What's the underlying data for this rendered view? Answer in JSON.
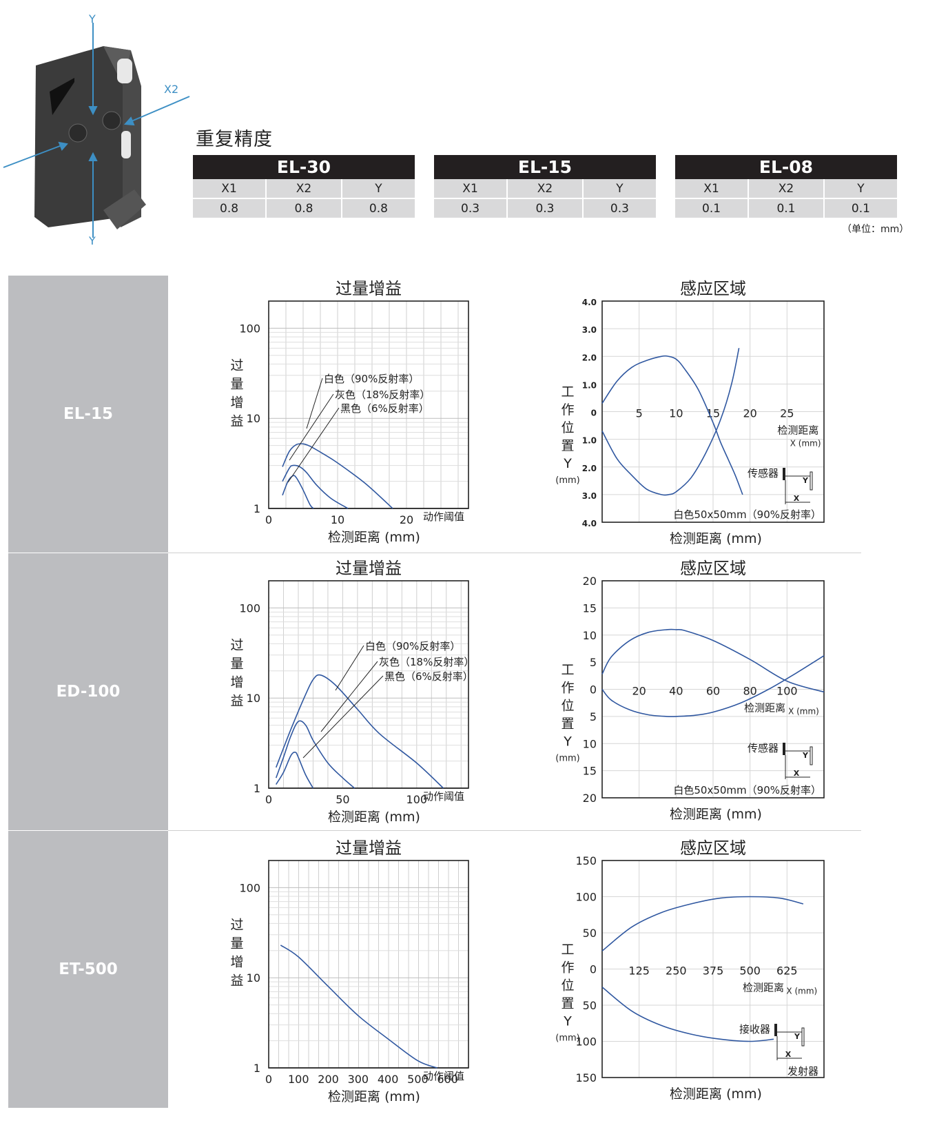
{
  "illustration": {
    "axis_y_top": "Y",
    "axis_y_bottom": "Y",
    "axis_x2": "X2"
  },
  "repeat": {
    "title": "重复精度",
    "unit": "（单位：mm）",
    "tables": [
      {
        "model": "EL-30",
        "cols": [
          "X1",
          "X2",
          "Y"
        ],
        "vals": [
          "0.8",
          "0.8",
          "0.8"
        ]
      },
      {
        "model": "EL-15",
        "cols": [
          "X1",
          "X2",
          "Y"
        ],
        "vals": [
          "0.3",
          "0.3",
          "0.3"
        ]
      },
      {
        "model": "EL-08",
        "cols": [
          "X1",
          "X2",
          "Y"
        ],
        "vals": [
          "0.1",
          "0.1",
          "0.1"
        ]
      }
    ]
  },
  "rows": [
    {
      "model": "EL-15",
      "gain_title": "过量增益",
      "area_title": "感应区域"
    },
    {
      "model": "ED-100",
      "gain_title": "过量增益",
      "area_title": "感应区域"
    },
    {
      "model": "ET-500",
      "gain_title": "过量增益",
      "area_title": "感应区域"
    }
  ],
  "labels": {
    "gain_ylabel": [
      "过",
      "量",
      "增",
      "益"
    ],
    "gain_xlabel": "检测距离 (mm)",
    "threshold": "动作阈值",
    "area_ylabel": [
      "工",
      "作",
      "位",
      "置",
      "Y"
    ],
    "area_yunit": "(mm)",
    "area_xlabel": "检测距离 (mm)",
    "dist_label": "检测距离",
    "x_mm": "X (mm)",
    "sensor": "传感器",
    "receiver": "接收器",
    "emitter": "发射器",
    "target": "白色50x50mm（90%反射率）",
    "legend": [
      "白色（90%反射率）",
      "灰色（18%反射率）",
      "黑色（6%反射率）"
    ],
    "X": "X",
    "Y": "Y"
  },
  "chart_data": [
    {
      "type": "line",
      "title": "过量增益",
      "chart": "EL-15 gain",
      "xlabel": "检测距离 (mm)",
      "ylabel": "过量增益",
      "yscale": "log",
      "xlim": [
        0,
        29
      ],
      "ylim": [
        1,
        200
      ],
      "x_ticks": [
        0,
        10,
        20
      ],
      "y_ticks": [
        1,
        10,
        100
      ],
      "series": [
        {
          "name": "白色（90%反射率）",
          "x": [
            2,
            3,
            4,
            5,
            6,
            8,
            10,
            14,
            18
          ],
          "y": [
            2.9,
            4.3,
            5.1,
            5.2,
            4.9,
            4.0,
            3.2,
            1.9,
            1
          ]
        },
        {
          "name": "灰色（18%反射率）",
          "x": [
            2,
            3,
            3.5,
            4.5,
            5.5,
            7,
            9,
            11.5
          ],
          "y": [
            2,
            2.8,
            3.0,
            2.9,
            2.5,
            1.8,
            1.3,
            1
          ]
        },
        {
          "name": "黑色（6%反射率）",
          "x": [
            2,
            2.8,
            3.5,
            4,
            5,
            6,
            6.5
          ],
          "y": [
            1.4,
            2.0,
            2.3,
            2.2,
            1.6,
            1.1,
            1
          ]
        }
      ],
      "threshold": 1
    },
    {
      "type": "line",
      "title": "感应区域",
      "chart": "EL-15 area",
      "xlabel": "检测距离 (mm)",
      "xlim": [
        0,
        30
      ],
      "ylim": [
        -4,
        4
      ],
      "x_ticks": [
        5,
        10,
        15,
        20,
        25
      ],
      "y_ticks": [
        "4.0",
        "3.0",
        "2.0",
        "1.0",
        "0",
        "1.0",
        "2.0",
        "3.0",
        "4.0"
      ],
      "series": [
        {
          "x": [
            0,
            2,
            4,
            6,
            8,
            9,
            10,
            11,
            13,
            15,
            16,
            17,
            18,
            19
          ],
          "y": [
            0.3,
            1.1,
            1.6,
            1.85,
            2.0,
            2.0,
            1.9,
            1.6,
            0.8,
            -0.4,
            -1.1,
            -1.7,
            -2.3,
            -3.0
          ]
        },
        {
          "x": [
            0,
            2,
            4,
            6,
            8,
            9,
            10,
            12,
            14,
            16,
            17.5,
            18.5
          ],
          "y": [
            -0.7,
            -1.7,
            -2.3,
            -2.8,
            -3.0,
            -3.0,
            -2.9,
            -2.4,
            -1.5,
            -0.3,
            1.0,
            2.3
          ]
        }
      ]
    },
    {
      "type": "line",
      "title": "过量增益",
      "chart": "ED-100 gain",
      "xlabel": "检测距离 (mm)",
      "ylabel": "过量增益",
      "yscale": "log",
      "xlim": [
        0,
        135
      ],
      "ylim": [
        1,
        200
      ],
      "x_ticks": [
        0,
        50,
        100
      ],
      "y_ticks": [
        1,
        10,
        100
      ],
      "series": [
        {
          "name": "白色（90%反射率）",
          "x": [
            5,
            15,
            25,
            30,
            35,
            45,
            60,
            75,
            100,
            118
          ],
          "y": [
            1.7,
            4.5,
            11,
            16,
            18,
            14,
            7.5,
            4,
            1.9,
            1
          ]
        },
        {
          "name": "灰色（18%反射率）",
          "x": [
            5,
            10,
            15,
            20,
            25,
            30,
            40,
            50,
            58
          ],
          "y": [
            1.3,
            2.2,
            3.8,
            5.5,
            5.0,
            3.4,
            1.9,
            1.3,
            1
          ]
        },
        {
          "name": "黑色（6%反射率）",
          "x": [
            5,
            10,
            15,
            18,
            20,
            25,
            30
          ],
          "y": [
            1.1,
            1.5,
            2.3,
            2.5,
            2.2,
            1.4,
            1
          ]
        }
      ],
      "threshold": 1
    },
    {
      "type": "line",
      "title": "感应区域",
      "chart": "ED-100 area",
      "xlabel": "检测距离 (mm)",
      "xlim": [
        0,
        120
      ],
      "ylim": [
        -20,
        20
      ],
      "x_ticks": [
        20,
        40,
        60,
        80,
        100
      ],
      "y_ticks": [
        "20",
        "15",
        "10",
        "5",
        "0",
        "5",
        "10",
        "15",
        "20"
      ],
      "series": [
        {
          "x": [
            0,
            5,
            15,
            25,
            35,
            40,
            45,
            60,
            80,
            100,
            120
          ],
          "y": [
            2.8,
            6,
            9,
            10.5,
            11,
            11,
            10.8,
            9,
            5.5,
            1.5,
            -0.5
          ]
        },
        {
          "x": [
            0,
            5,
            15,
            25,
            35,
            40,
            50,
            60,
            75,
            90,
            105,
            120
          ],
          "y": [
            0,
            -2,
            -3.8,
            -4.7,
            -5,
            -5,
            -4.8,
            -4.2,
            -2.5,
            0,
            3,
            6.2
          ]
        }
      ]
    },
    {
      "type": "line",
      "title": "过量增益",
      "chart": "ET-500 gain",
      "xlabel": "检测距离 (mm)",
      "ylabel": "过量增益",
      "yscale": "log",
      "xlim": [
        0,
        670
      ],
      "ylim": [
        1,
        200
      ],
      "x_ticks": [
        0,
        100,
        200,
        300,
        400,
        500,
        600
      ],
      "y_ticks": [
        1,
        10,
        100
      ],
      "series": [
        {
          "x": [
            40,
            100,
            200,
            300,
            400,
            500,
            565
          ],
          "y": [
            23,
            17,
            8,
            3.8,
            2.1,
            1.2,
            1
          ]
        }
      ],
      "threshold": 1
    },
    {
      "type": "line",
      "title": "感应区域",
      "chart": "ET-500 area",
      "xlabel": "检测距离 (mm)",
      "xlim": [
        0,
        750
      ],
      "ylim": [
        -150,
        150
      ],
      "x_ticks": [
        125,
        250,
        375,
        500,
        625
      ],
      "y_ticks": [
        "150",
        "100",
        "50",
        "0",
        "50",
        "100",
        "150"
      ],
      "series": [
        {
          "x": [
            0,
            100,
            200,
            300,
            400,
            500,
            600,
            680
          ],
          "y": [
            25,
            58,
            78,
            90,
            98,
            100,
            98,
            90
          ]
        },
        {
          "x": [
            0,
            100,
            200,
            300,
            400,
            500,
            580
          ],
          "y": [
            -25,
            -58,
            -78,
            -90,
            -97,
            -100,
            -97
          ]
        }
      ]
    }
  ]
}
